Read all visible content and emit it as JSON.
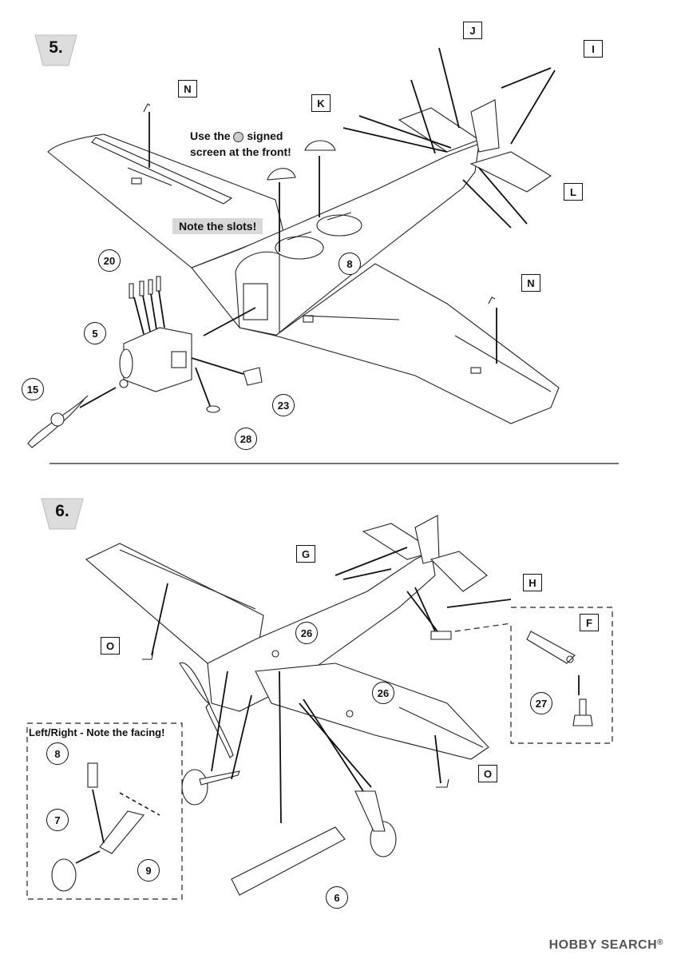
{
  "steps": [
    {
      "number": "5."
    },
    {
      "number": "6."
    }
  ],
  "notes": {
    "screen_line1": "Use the",
    "screen_line1b": "signed",
    "screen_line2": "screen at the front!",
    "slots": "Note the slots!",
    "inset_title": "Left/Right - Note the facing!"
  },
  "step5_labels": {
    "J": "J",
    "I": "I",
    "K": "K",
    "L": "L",
    "N1": "N",
    "N2": "N",
    "p8": "8",
    "p20": "20",
    "p5": "5",
    "p15": "15",
    "p23": "23",
    "p28": "28"
  },
  "step6_labels": {
    "G": "G",
    "H": "H",
    "F": "F",
    "O1": "O",
    "O2": "O",
    "p26a": "26",
    "p26b": "26",
    "p27": "27",
    "p8": "8",
    "p7": "7",
    "p9": "9",
    "p6": "6"
  },
  "watermark": {
    "brand": "HOBBY SEARCH",
    "reg": "®"
  }
}
